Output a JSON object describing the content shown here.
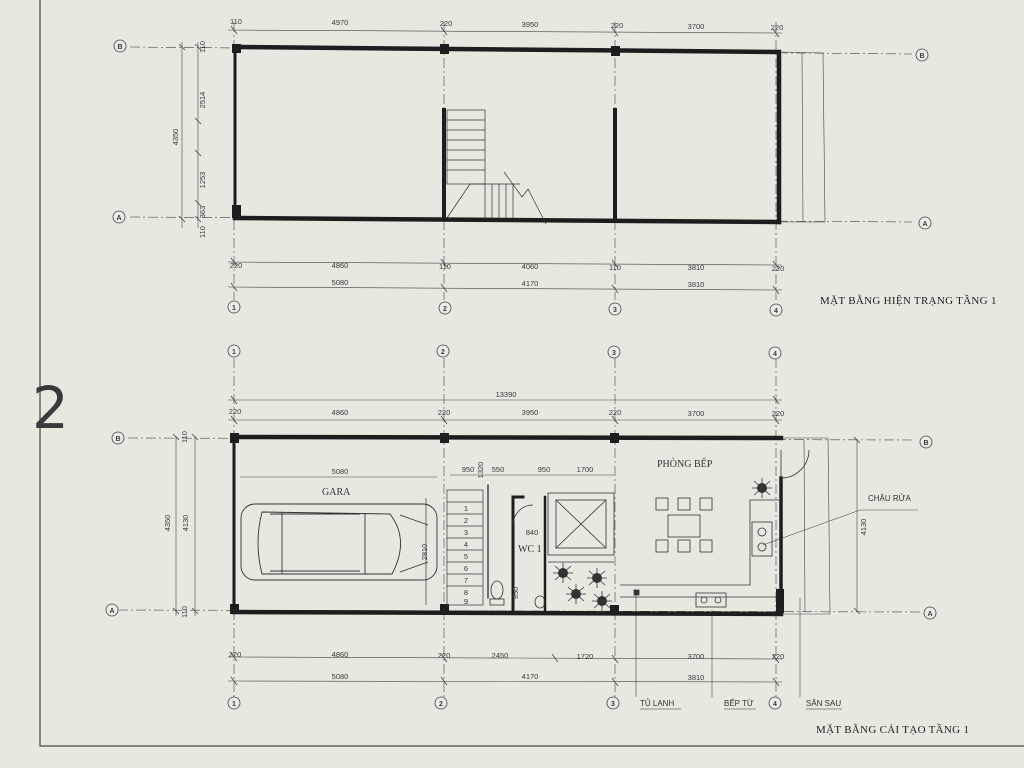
{
  "titles": {
    "top": "MẶT BẰNG HIỆN TRẠNG TẦNG 1",
    "bottom": "MẶT BẰNG CẢI TẠO TẦNG 1"
  },
  "handwritten_number": "2",
  "axes": {
    "a": "A",
    "b": "B",
    "one": "1",
    "two": "2",
    "three": "3",
    "four": "4"
  },
  "top_plan": {
    "top_dims": [
      "110",
      "4970",
      "220",
      "3950",
      "220",
      "3700",
      "220"
    ],
    "left_dims": [
      "110",
      "2514",
      "1253",
      "363",
      "110",
      "4350"
    ],
    "bottom_dims": [
      "220",
      "4860",
      "110",
      "4060",
      "110",
      "3810",
      "220"
    ],
    "axis_dims": [
      "5080",
      "4170",
      "3810"
    ]
  },
  "bottom_plan": {
    "overall": "13390",
    "top_dims": [
      "220",
      "4860",
      "220",
      "3950",
      "220",
      "3700",
      "220"
    ],
    "left_dims": [
      "110",
      "4350",
      "4130",
      "110"
    ],
    "right_dim": "4130",
    "inner_dims": [
      "5080",
      "950",
      "1320",
      "550",
      "950",
      "1700",
      "840",
      "2810",
      "950"
    ],
    "bottom_dims": [
      "220",
      "4860",
      "220",
      "2450",
      "1720",
      "3700",
      "220"
    ],
    "axis_dims": [
      "5080",
      "4170",
      "3810"
    ],
    "stairs": [
      "1",
      "2",
      "3",
      "4",
      "5",
      "6",
      "7",
      "8",
      "9"
    ],
    "rooms": {
      "garage": "GARA",
      "kitchen": "PHÒNG BẾP",
      "wc": "WC 1"
    },
    "notes": {
      "sink": "CHẬU RỬA",
      "fridge": "TỦ LẠNH",
      "cabinet": "BẾP TỪ",
      "backyard": "SÂN SAU"
    }
  },
  "colors": {
    "paper": "#ecebe5",
    "line": "#1e1e1e",
    "accent": "#a8d4ef"
  }
}
